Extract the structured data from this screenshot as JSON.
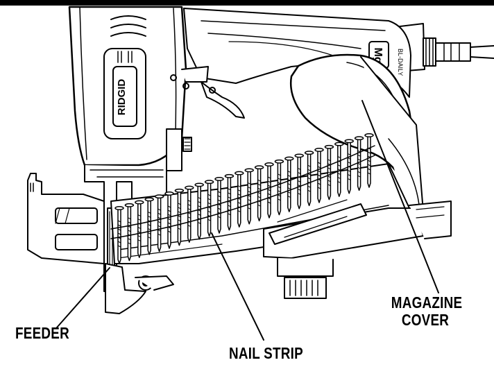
{
  "labels": {
    "feeder": "FEEDER",
    "nail_strip": "NAIL STRIP",
    "magazine_cover_line1": "MAGAZINE",
    "magazine_cover_line2": "COVER"
  },
  "tool_markings": {
    "brand": "RIDGID",
    "badge": "Mg",
    "fitting_text": "BL-DAILY"
  },
  "colors": {
    "ink": "#000000",
    "paper": "#ffffff",
    "body_dark": "#d9d9d9"
  }
}
